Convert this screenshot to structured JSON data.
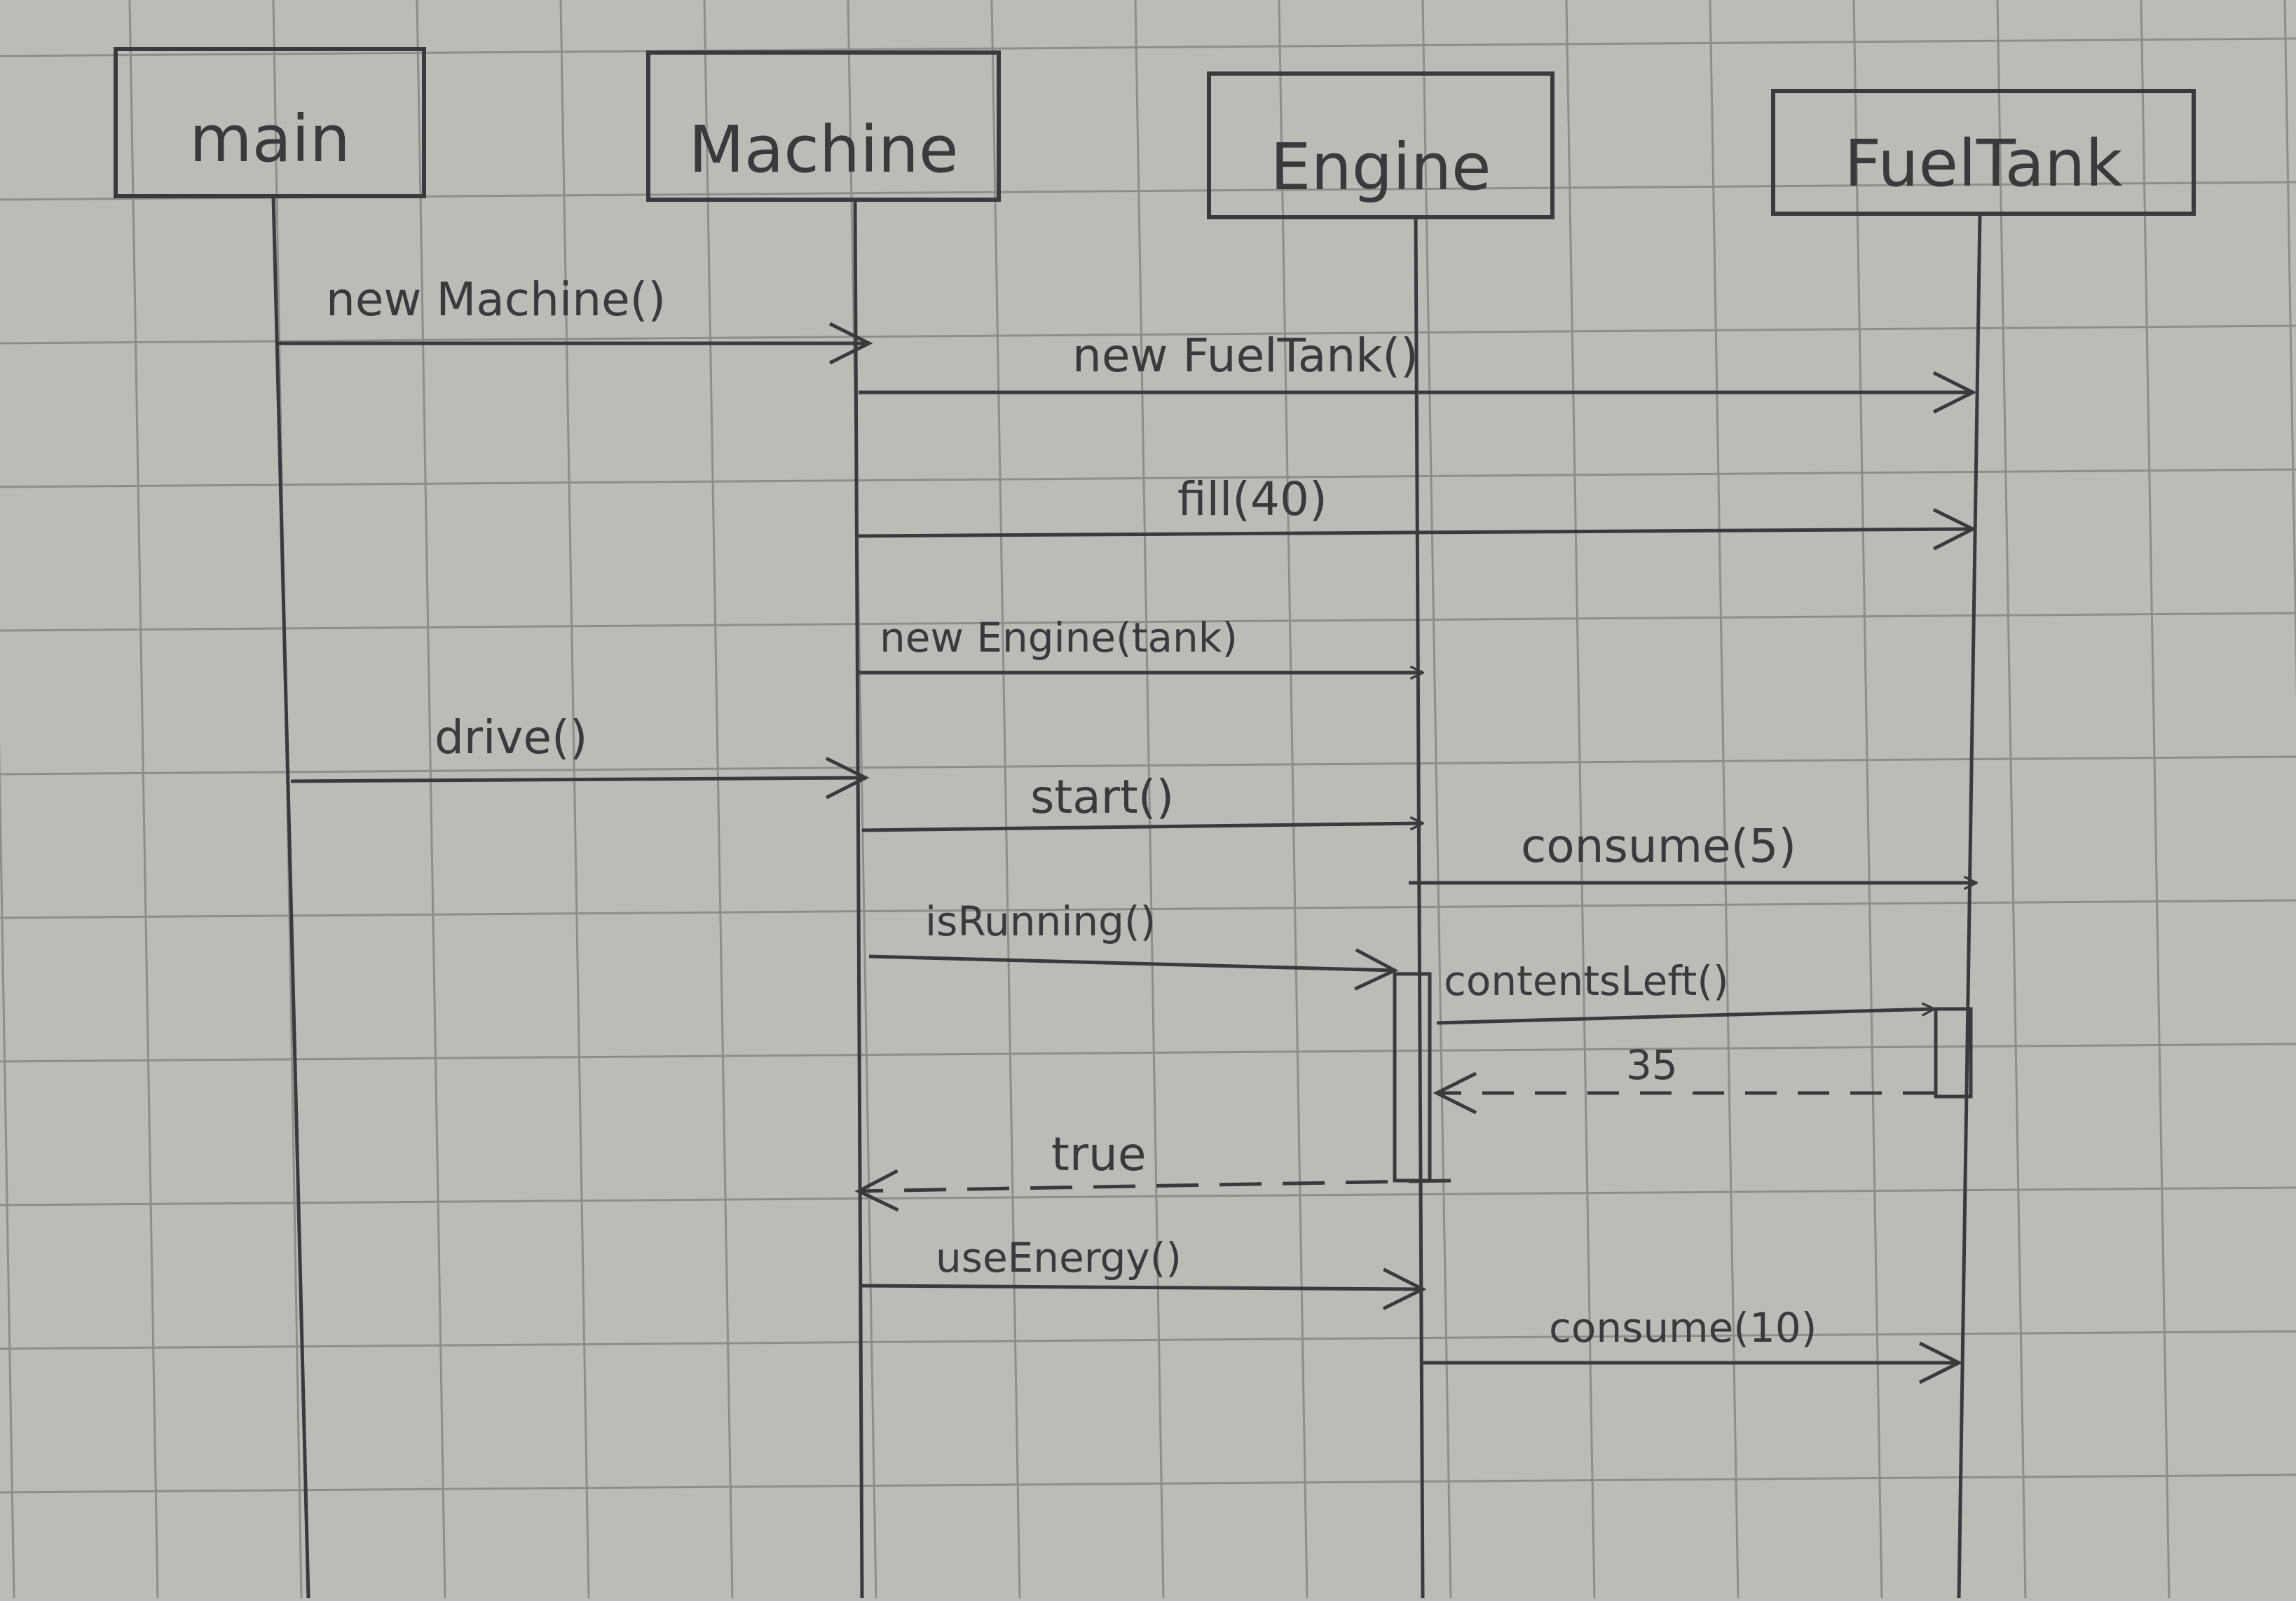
{
  "diagram": {
    "participants": [
      {
        "id": "main",
        "label": "main"
      },
      {
        "id": "machine",
        "label": "Machine"
      },
      {
        "id": "engine",
        "label": "Engine"
      },
      {
        "id": "fueltank",
        "label": "FuelTank"
      }
    ],
    "messages": [
      {
        "label": "new Machine()",
        "from": "main",
        "to": "machine",
        "kind": "call"
      },
      {
        "label": "new FuelTank()",
        "from": "machine",
        "to": "fueltank",
        "kind": "call"
      },
      {
        "label": "fill(40)",
        "from": "machine",
        "to": "fueltank",
        "kind": "call"
      },
      {
        "label": "new Engine(tank)",
        "from": "machine",
        "to": "engine",
        "kind": "call"
      },
      {
        "label": "drive()",
        "from": "main",
        "to": "machine",
        "kind": "call"
      },
      {
        "label": "start()",
        "from": "machine",
        "to": "engine",
        "kind": "call"
      },
      {
        "label": "consume(5)",
        "from": "engine",
        "to": "fueltank",
        "kind": "call"
      },
      {
        "label": "isRunning()",
        "from": "machine",
        "to": "engine",
        "kind": "call"
      },
      {
        "label": "contentsLeft()",
        "from": "engine",
        "to": "fueltank",
        "kind": "call"
      },
      {
        "label": "35",
        "from": "fueltank",
        "to": "engine",
        "kind": "return"
      },
      {
        "label": "true",
        "from": "engine",
        "to": "machine",
        "kind": "return"
      },
      {
        "label": "useEnergy()",
        "from": "machine",
        "to": "engine",
        "kind": "call"
      },
      {
        "label": "consume(10)",
        "from": "engine",
        "to": "fueltank",
        "kind": "call"
      }
    ],
    "colors": {
      "paper": "#bdbbb8",
      "grid": "#8f8d8a",
      "ink": "#3a3a3a"
    }
  }
}
